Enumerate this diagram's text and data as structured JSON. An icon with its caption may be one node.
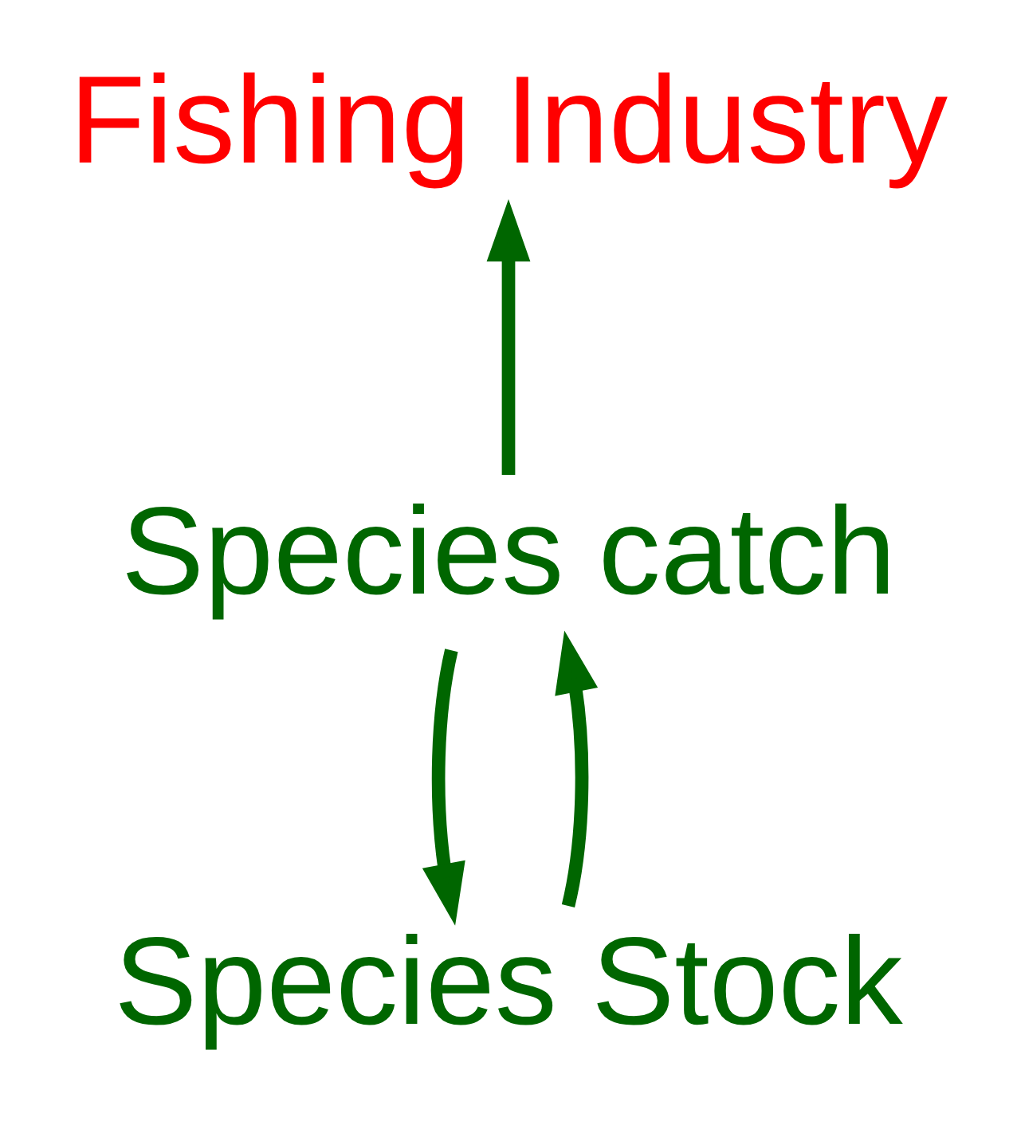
{
  "diagram": {
    "nodes": [
      {
        "text": [
          "Fishing Industry"
        ]
      },
      {
        "text": [
          "Species catch"
        ]
      },
      {
        "text": [
          "Species Stock"
        ]
      }
    ],
    "edges": [
      {
        "from": 1,
        "to": 0,
        "arrow": "to"
      },
      {
        "from": 1,
        "to": 2,
        "arrow": "to"
      },
      {
        "from": 2,
        "to": 1,
        "arrow": "to"
      }
    ]
  }
}
